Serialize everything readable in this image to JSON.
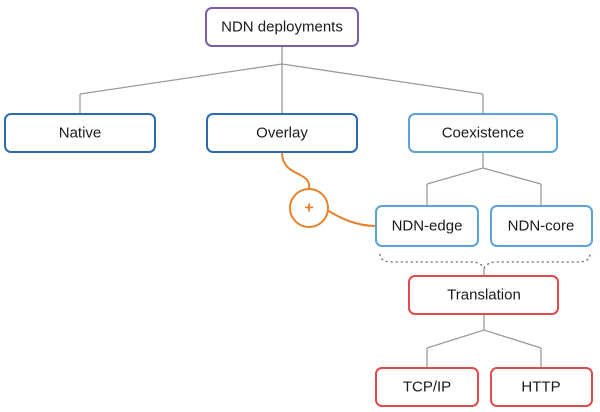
{
  "colors": {
    "purple": "#7b5ea7",
    "blue": "#2b6cb0",
    "light_blue": "#5ba3d9",
    "red": "#e04b4b",
    "orange": "#e8822a",
    "connector": "#9a9a9a",
    "text": "#1a1a1a"
  },
  "nodes": {
    "root": "NDN deployments",
    "native": "Native",
    "overlay": "Overlay",
    "coexistence": "Coexistence",
    "ndn_edge": "NDN-edge",
    "ndn_core": "NDN-core",
    "translation": "Translation",
    "tcp_ip": "TCP/IP",
    "http": "HTTP"
  },
  "plus_symbol": "+",
  "icons": {
    "combine": "plus-circle-icon"
  }
}
